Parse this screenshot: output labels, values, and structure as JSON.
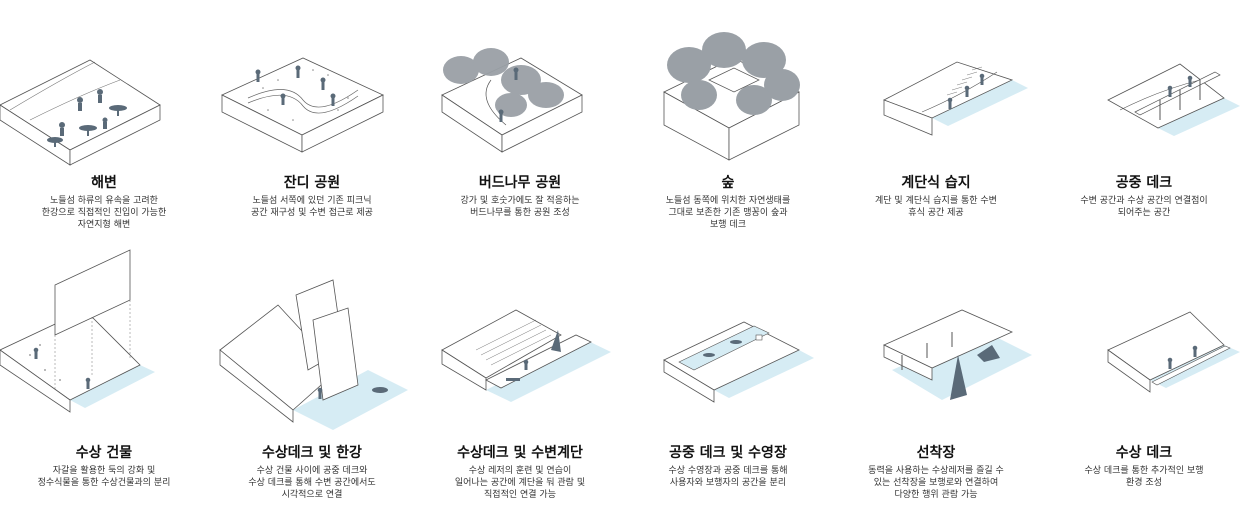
{
  "colors": {
    "water": "#d6ecf4",
    "outline": "#555555",
    "figure": "#5a6a78",
    "tree": "#9aa0a6",
    "ground": "#ffffff"
  },
  "row1": [
    {
      "icon": "beach-diagram",
      "title": "해변",
      "desc": [
        "노들섬 하류의 유속을 고려한",
        "한강으로 직접적인 진입이 가능한",
        "자연지형 해변"
      ]
    },
    {
      "icon": "lawn-park-diagram",
      "title": "잔디 공원",
      "desc": [
        "노들섬 서쪽에 있던 기존 피크닉",
        "공간 재구성 및 수변 접근로 제공"
      ]
    },
    {
      "icon": "willow-park-diagram",
      "title": "버드나무 공원",
      "desc": [
        "강가 및 호숫가에도 잘 적응하는",
        "버드나무를 통한 공원 조성"
      ]
    },
    {
      "icon": "forest-diagram",
      "title": "숲",
      "desc": [
        "노들섬 동쪽에 위치한 자연생태를",
        "그대로 보존한 기존 맹꽁이 숲과",
        "보행 데크"
      ]
    },
    {
      "icon": "terraced-wetland-diagram",
      "title": "계단식 습지",
      "desc": [
        "계단 및 계단식 습지를 통한 수변",
        "휴식 공간 제공"
      ]
    },
    {
      "icon": "aerial-deck-diagram",
      "title": "공중 데크",
      "desc": [
        "수변 공간과 수상 공간의 연결점이",
        "되어주는 공간"
      ]
    }
  ],
  "row2": [
    {
      "icon": "floating-building-diagram",
      "title": "수상 건물",
      "desc": [
        "자갈을 활용한 둑의 강화 및",
        "정수식물을 통한 수상건물과의 분리"
      ]
    },
    {
      "icon": "deck-hangang-diagram",
      "title": "수상데크 및 한강",
      "desc": [
        "수상 건물 사이에 공중 데크와",
        "수상 데크를 통해 수변 공간에서도",
        "시각적으로 연결"
      ]
    },
    {
      "icon": "deck-steps-diagram",
      "title": "수상데크 및 수변계단",
      "desc": [
        "수상 레저의 훈련 및 연습이",
        "일어나는 공간에 계단을 둬 관람 및",
        "직접적인 연결 가능"
      ]
    },
    {
      "icon": "pool-deck-diagram",
      "title": "공중 데크 및 수영장",
      "desc": [
        "수상 수영장과 공중 데크를 통해",
        "사용자와 보행자의 공간을 분리"
      ]
    },
    {
      "icon": "dock-diagram",
      "title": "선착장",
      "desc": [
        "동력을 사용하는 수상레저를 즐길 수",
        "있는 선착장을 보행로와 연결하여",
        "다양한 행위 관람 가능"
      ]
    },
    {
      "icon": "water-deck-diagram",
      "title": "수상 데크",
      "desc": [
        "수상 데크를 통한 추가적인 보행",
        "환경 조성"
      ]
    }
  ]
}
